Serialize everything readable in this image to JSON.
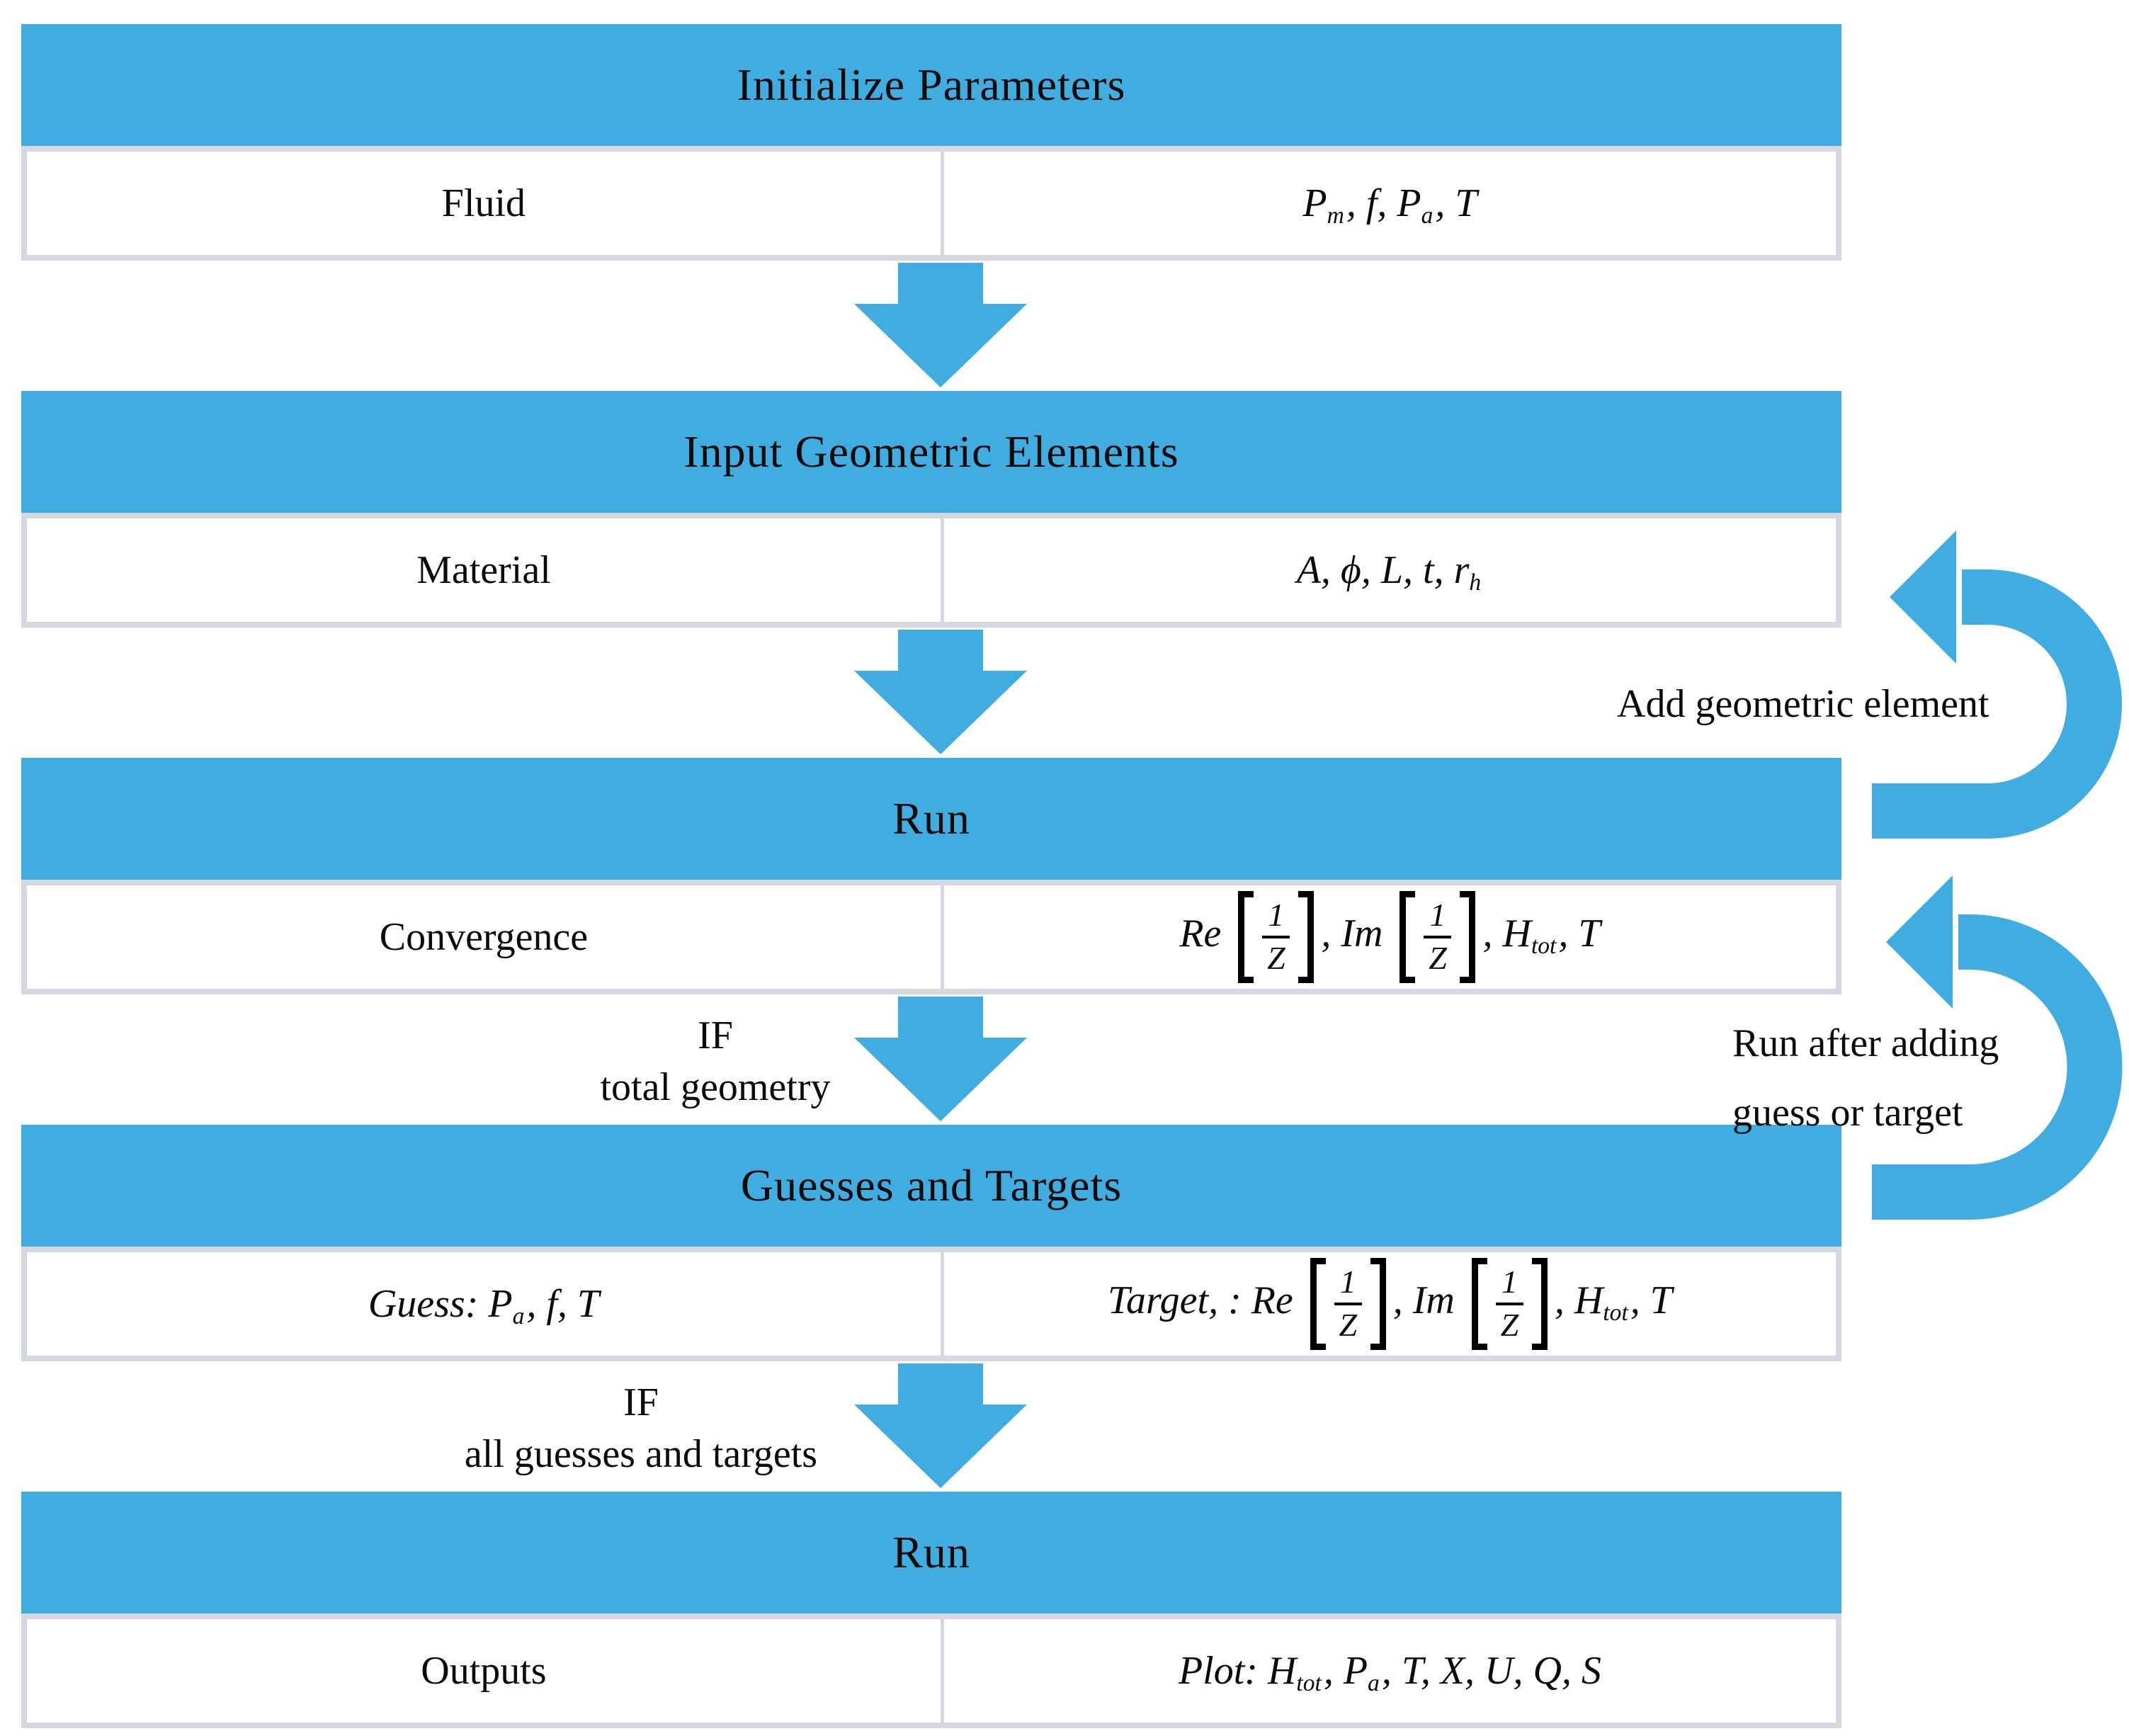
{
  "diagram": {
    "accent_color": "#41ACDF",
    "border_color": "#d5d8df",
    "sections": [
      {
        "header": "Initialize Parameters",
        "left": [
          {
            "r": "Fluid"
          }
        ],
        "right": [
          {
            "t": "P"
          },
          {
            "s": "m"
          },
          {
            "t": ", f, P"
          },
          {
            "s": "a"
          },
          {
            "t": ", T"
          }
        ]
      },
      {
        "header": "Input Geometric Elements",
        "left": [
          {
            "r": "Material"
          }
        ],
        "right": [
          {
            "t": "A, ϕ, L, t, r"
          },
          {
            "s": "h"
          }
        ]
      },
      {
        "header": "Run",
        "left": [
          {
            "r": "Convergence"
          }
        ],
        "right": [
          {
            "t": "Re "
          },
          {
            "f": [
              "1",
              "Z"
            ]
          },
          {
            "t": ", Im "
          },
          {
            "f": [
              "1",
              "Z"
            ]
          },
          {
            "t": ", H"
          },
          {
            "s": "tot"
          },
          {
            "t": ", T"
          }
        ]
      },
      {
        "header": "Guesses and Targets",
        "left": [
          {
            "t": "Guess: P"
          },
          {
            "s": "a"
          },
          {
            "t": ", f, T"
          }
        ],
        "right": [
          {
            "t": "Target, : Re "
          },
          {
            "f": [
              "1",
              "Z"
            ]
          },
          {
            "t": ", Im "
          },
          {
            "f": [
              "1",
              "Z"
            ]
          },
          {
            "t": ", H"
          },
          {
            "s": "tot"
          },
          {
            "t": ", T"
          }
        ]
      },
      {
        "header": "Run",
        "left": [
          {
            "r": "Outputs"
          }
        ],
        "right": [
          {
            "t": "Plot: H"
          },
          {
            "s": "tot"
          },
          {
            "t": ", P"
          },
          {
            "s": "a"
          },
          {
            "t": ", T, X, U, Q, S"
          }
        ]
      }
    ],
    "connectors": [
      {
        "label_lines": []
      },
      {
        "label_lines": []
      },
      {
        "label_lines": [
          "IF",
          "total geometry"
        ]
      },
      {
        "label_lines": [
          "IF",
          "all guesses and targets"
        ]
      }
    ],
    "loops": [
      {
        "label_lines": [
          "Add geometric element"
        ]
      },
      {
        "label_lines": [
          "Run after adding",
          "guess or target"
        ]
      }
    ]
  }
}
